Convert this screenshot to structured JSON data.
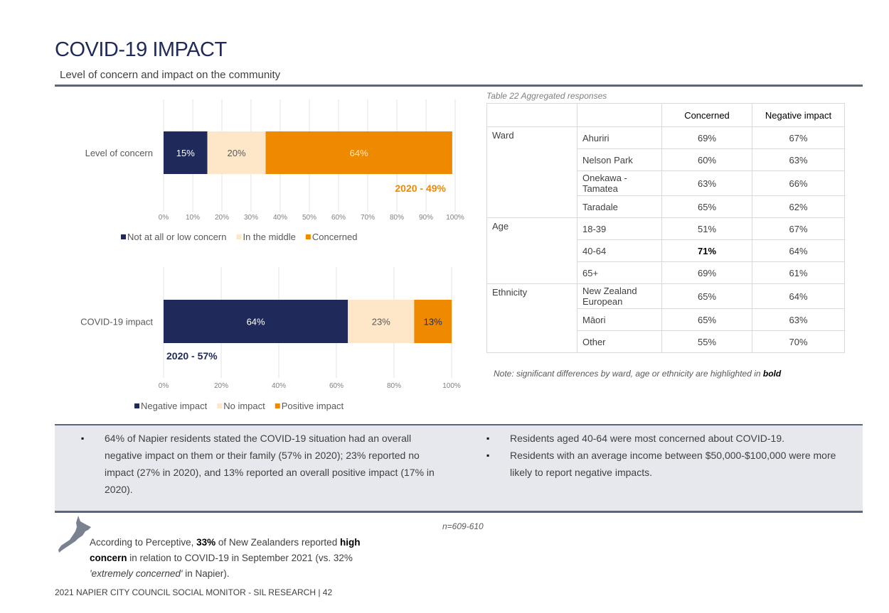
{
  "page": {
    "title": "COVID-19 IMPACT",
    "subtitle": "Level of concern and impact on the community"
  },
  "chart_data": [
    {
      "type": "bar",
      "orientation": "horizontal-stacked",
      "categories": [
        "Level of concern"
      ],
      "series": [
        {
          "name": "Not at all or low concern",
          "values": [
            15
          ],
          "label": "15%",
          "color": "#1f2a5a"
        },
        {
          "name": "In the middle",
          "values": [
            20
          ],
          "label": "20%",
          "color": "#fde7c8"
        },
        {
          "name": "Concerned",
          "values": [
            64
          ],
          "label": "64%",
          "color": "#ef8a00"
        }
      ],
      "xlim": [
        0,
        100
      ],
      "xticks": [
        "0%",
        "10%",
        "20%",
        "30%",
        "40%",
        "50%",
        "60%",
        "70%",
        "80%",
        "90%",
        "100%"
      ],
      "annotation": "2020 - 49%",
      "annotation_color": "#ef8a00",
      "grid": true,
      "legend": "bottom"
    },
    {
      "type": "bar",
      "orientation": "horizontal-stacked",
      "categories": [
        "COVID-19 impact"
      ],
      "series": [
        {
          "name": "Negative impact",
          "values": [
            64
          ],
          "label": "64%",
          "color": "#1f2a5a"
        },
        {
          "name": "No impact",
          "values": [
            23
          ],
          "label": "23%",
          "color": "#fde7c8"
        },
        {
          "name": "Positive impact",
          "values": [
            13
          ],
          "label": "13%",
          "color": "#ef8a00"
        }
      ],
      "xlim": [
        0,
        100
      ],
      "xticks": [
        "0%",
        "20%",
        "40%",
        "60%",
        "80%",
        "100%"
      ],
      "annotation": "2020 - 57%",
      "annotation_color": "#1f2a5a",
      "grid": true,
      "legend": "bottom"
    }
  ],
  "table": {
    "caption": "Table 22 Aggregated responses",
    "headers": [
      "",
      "",
      "Concerned",
      "Negative impact"
    ],
    "groups": [
      {
        "name": "Ward",
        "rows": [
          {
            "label": "Ahuriri",
            "concerned": "69%",
            "negative": "67%"
          },
          {
            "label": "Nelson Park",
            "concerned": "60%",
            "negative": "63%"
          },
          {
            "label": "Onekawa - Tamatea",
            "concerned": "63%",
            "negative": "66%"
          },
          {
            "label": "Taradale",
            "concerned": "65%",
            "negative": "62%"
          }
        ]
      },
      {
        "name": "Age",
        "rows": [
          {
            "label": "18-39",
            "concerned": "51%",
            "negative": "67%"
          },
          {
            "label": "40-64",
            "concerned": "71%",
            "negative": "64%",
            "bold": true
          },
          {
            "label": "65+",
            "concerned": "69%",
            "negative": "61%"
          }
        ]
      },
      {
        "name": "Ethnicity",
        "rows": [
          {
            "label": "New Zealand European",
            "concerned": "65%",
            "negative": "64%"
          },
          {
            "label": "Māori",
            "concerned": "65%",
            "negative": "63%"
          },
          {
            "label": "Other",
            "concerned": "55%",
            "negative": "70%"
          }
        ]
      }
    ],
    "note": "Note: significant differences by ward, age or ethnicity are highlighted in",
    "note_bold": "bold"
  },
  "bullets_left": [
    "64% of Napier residents stated the COVID-19 situation had an overall negative impact on them or their family (57% in 2020); 23% reported no impact (27% in 2020), and 13% reported an overall positive impact (17% in 2020)."
  ],
  "bullets_right": [
    "Residents aged 40-64 were most concerned about COVID-19.",
    "Residents with an average income between $50,000-$100,000 were more likely to report negative impacts."
  ],
  "sample_size": "n=609-610",
  "perceptive": {
    "part1": "According to Perceptive, ",
    "bold1": "33%",
    "part2": " of New Zealanders reported ",
    "bold2": "high concern",
    "part3": " in relation to COVID-19 in September 2021 (vs. 32% ",
    "italic": "'extremely concerned'",
    "part4": " in Napier)."
  },
  "footer": "2021 NAPIER CITY COUNCIL SOCIAL MONITOR - SIL RESEARCH | 42",
  "icons": {
    "map": "new-zealand-map-icon"
  }
}
